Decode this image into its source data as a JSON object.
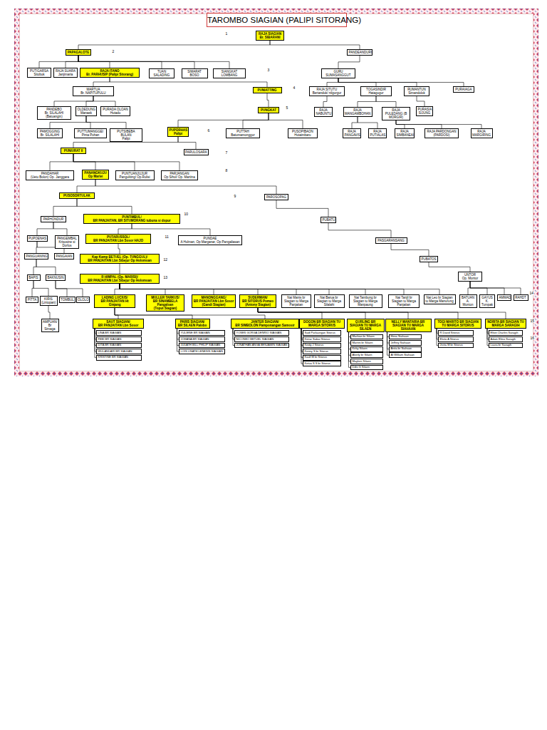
{
  "diagram": {
    "title": "TAROMBO SIAGIAN (PALIPI SITORANG)",
    "nodes": [
      {
        "text": [
          "RAJA SIAGIAN",
          "Br. SIBARANI"
        ]
      },
      {
        "text": [
          "PAPAGALOTE"
        ]
      },
      {
        "text": [
          "PANDEANDURI"
        ]
      },
      {
        "text": [
          "PUTIGARSA",
          "Sitobuk"
        ]
      },
      {
        "text": [
          "RAJA SUARA",
          "Janjimaria"
        ]
      },
      {
        "text": [
          "RAJA ITANO",
          "Br. PARHUSIP (Palipi Sitorang)"
        ]
      },
      {
        "text": [
          "TUAN SALADING"
        ]
      },
      {
        "text": [
          "SIMARAT BOSO"
        ]
      },
      {
        "text": [
          "SIANGKAT LOMBANG"
        ]
      },
      {
        "text": [
          "GURU SUMASANGGUT"
        ]
      },
      {
        "text": [
          "MARTUA",
          "Br. NAPITUPULU"
        ]
      },
      {
        "text": [
          "PUNIATTING"
        ]
      },
      {
        "text": [
          "RAJA SITUTU",
          "Bertanduk/ nilgurgur"
        ]
      },
      {
        "text": [
          "TOGASINDIR",
          "Hatagugur"
        ]
      },
      {
        "text": [
          "RUMANTUN",
          "Simandolok"
        ]
      },
      {
        "text": [
          "PURAIAGA"
        ]
      },
      {
        "text": [
          "PANDEBO",
          "Br. SILALAHI (Batuangin)"
        ]
      },
      {
        "text": [
          "OLDEDUNG",
          "Manaek"
        ]
      },
      {
        "text": [
          "PURADA OLOAN",
          "Hutadu"
        ]
      },
      {
        "text": [
          "PUNGKAT"
        ]
      },
      {
        "text": [
          "RAJA NABUNTU"
        ]
      },
      {
        "text": [
          "RAJA MANGAMBOHAN"
        ]
      },
      {
        "text": [
          "RAJA PULEDANG (B MORGIR)"
        ]
      },
      {
        "text": [
          "PURASIA SIJUNG"
        ]
      },
      {
        "text": [
          "PAMOGGING",
          "Br. SILALAHI"
        ]
      },
      {
        "text": [
          "PUTTUMANGGEI",
          "Pinta Pohan"
        ]
      },
      {
        "text": [
          "PUTSIBEBA BULAN",
          "Palipi"
        ]
      },
      {
        "text": [
          "PUPORHAS",
          "Palipi"
        ]
      },
      {
        "text": [
          "PUTTAH",
          "Batumamonggor"
        ]
      },
      {
        "text": [
          "PUSOPIBAON",
          "Hutaimbaru"
        ]
      },
      {
        "text": [
          "RAJA PANGAVIS"
        ]
      },
      {
        "text": [
          "RAJA PUTIALAS"
        ]
      },
      {
        "text": [
          "RAJA SIMBANEAI"
        ]
      },
      {
        "text": [
          "RAJA PARDONGAN (PARDOSI)"
        ]
      },
      {
        "text": [
          "RAJA MARGIRING"
        ]
      },
      {
        "text": [
          "PUNIURAT II"
        ]
      },
      {
        "text": [
          "PARULOSARA"
        ]
      },
      {
        "text": [
          "PANDAHAR",
          "(Uetu Bolon) Op. Janggara"
        ]
      },
      {
        "text": [
          "PANANGKUJU",
          "Op Marlei"
        ]
      },
      {
        "text": [
          "PUNTUANJUJUR",
          "Panguliting/ Op.Rulisi"
        ]
      },
      {
        "text": [
          "PARJANGAN",
          "Op Sihol/ Op. Martina"
        ]
      },
      {
        "text": [
          "PUSOSORTULAK"
        ]
      },
      {
        "text": [
          "PAROSOPAG"
        ]
      },
      {
        "text": [
          "PARHONDUR"
        ]
      },
      {
        "text": [
          "PUNTIMBUL/",
          "BR PANJAITAN, BR SITUMORANG tubuna si dopur"
        ]
      },
      {
        "text": [
          "PUBATU"
        ]
      },
      {
        "text": [
          "PUPOENAS"
        ]
      },
      {
        "text": [
          "PANGEMBAL",
          "Krisosine si Dorlus"
        ]
      },
      {
        "text": [
          "PUTARUSSOL/",
          "BR PANJAITAN Lbn Sosor HAJO"
        ]
      },
      {
        "text": [
          "PUNDAE",
          "A Hulman, Op Marganar, Op Pangaliasan"
        ]
      },
      {
        "text": [
          "PASGARANSANG"
        ]
      },
      {
        "text": [
          "PANGUANING"
        ]
      },
      {
        "text": [
          "PANGAIAN"
        ]
      },
      {
        "text": [
          "Kap Kamp BETUEL (Op. TUNGGUL)/",
          "BR PANJAITAN Lbn Sibejur Op Holomoan"
        ]
      },
      {
        "text": [
          "PUBATOS"
        ]
      },
      {
        "text": [
          "BAPIS"
        ]
      },
      {
        "text": [
          "BAKNUSIN"
        ]
      },
      {
        "text": [
          "R HIMPAL (Op. MARISI)/",
          "BR PANJAITAN Lbn Sibejur Op Holomoan"
        ]
      },
      {
        "text": [
          "UNTOR",
          "Op. Montor"
        ]
      },
      {
        "text": [
          "PITTA"
        ]
      },
      {
        "text": [
          "KIRIS",
          "(Lintopan)"
        ]
      },
      {
        "text": [
          "TOMBUL"
        ]
      },
      {
        "text": [
          "OLOLO"
        ]
      },
      {
        "text": [
          "LADING LUCIUS/",
          "BR PANJAITAN Ht Ginjang"
        ]
      },
      {
        "text": [
          "MULLER TARKUS/",
          "BR SINAMBELA Pangaloan",
          "(Toput Siagian)"
        ]
      },
      {
        "text": [
          "MANONGGANG/",
          "BR PANJAITAN Lbn Sosor",
          "(Gandi Siagian)"
        ]
      },
      {
        "text": [
          "SUDERMAN/",
          "BR SITORUS Pomeo",
          "(Antony Siagian)"
        ]
      },
      {
        "text": [
          "Nai Manis br Siagian tu Marga Panjaitan"
        ]
      },
      {
        "text": [
          "Nai Barua br Siagian tu Marga Silalahi"
        ]
      },
      {
        "text": [
          "Nai Tambung br Siagian tu Marga Manpaung"
        ]
      },
      {
        "text": [
          "Nai Tanjil br Siagian tu Marga Panjaitan"
        ]
      },
      {
        "text": [
          "Nai Leo br Siagian tu Marga Manurung"
        ]
      },
      {
        "text": [
          "BATUAN",
          "A. Monton"
        ]
      },
      {
        "text": [
          "GAYUS",
          "K. Tumpak"
        ]
      },
      {
        "text": [
          "AMMAD"
        ]
      },
      {
        "text": [
          "RAHDT"
        ]
      },
      {
        "text": [
          "AMPUAN/",
          "Br Simaga"
        ]
      },
      {
        "text": [
          "SAUT SIAGIAN/",
          "BR PANJAITAN Lbn Sosor"
        ]
      },
      {
        "text": [
          "PARIS SIAGIAN/",
          "BR SILAEN Palobo"
        ]
      },
      {
        "text": [
          "JANTER SIAGIAN/",
          "BR SIMBOLON Pamponangan Samosir"
        ]
      },
      {
        "text": [
          "DOGON BR SIAGIAN TU MARGA SITORUS"
        ]
      },
      {
        "text": [
          "GURLING BR SIAGIAN TU MARGA SILAEN"
        ]
      },
      {
        "text": [
          "NELLY MANTARIA BR SIAGIAN TU MARGA SIAHAAN"
        ]
      },
      {
        "text": [
          "TOGI MARITO BR SIAGIAN TU MARGA SITORUS"
        ]
      },
      {
        "text": [
          "NORITA BR SIAGIAN TU MARGA SARAGIH"
        ]
      },
      {
        "text": [
          "LINA BR SIAGIAN"
        ]
      },
      {
        "text": [
          "FEBI BR SIAGIAN"
        ]
      },
      {
        "text": [
          "DITA BR SIAGIAN"
        ]
      },
      {
        "text": [
          "WULANDARI BR SIAGIAN"
        ]
      },
      {
        "text": [
          "KRISTINE BR SIAGIAN"
        ]
      },
      {
        "text": [
          "YULIENE BR SIAGIAN"
        ]
      },
      {
        "text": [
          "JOHANA BR SIAGIAN"
        ]
      },
      {
        "text": [
          "JUDATH BILL PHILIP SIAGIAN"
        ]
      },
      {
        "text": [
          "LOIS LISATH LENESIS SIAGIAN"
        ]
      },
      {
        "text": [
          "YOSES GORGA DENRIO SIAGIAN"
        ]
      },
      {
        "text": [
          "NICONEO BETUEL SIAGIAN"
        ]
      },
      {
        "text": [
          "JONATHAN ANGA BENJAMIN SIAGIAN"
        ]
      },
      {
        "text": [
          "Sadi Parlaungan Sitorus"
        ]
      },
      {
        "text": [
          "Kintar Sabar Sitorus"
        ]
      },
      {
        "text": [
          "Keidy J Sitorus"
        ]
      },
      {
        "text": [
          "Kenny S br Sitorus"
        ]
      },
      {
        "text": [
          "Kaull M br Sitorus"
        ]
      },
      {
        "text": [
          "Ketua S S br Sitorus"
        ]
      },
      {
        "text": [
          "Markian br Silaen"
        ]
      },
      {
        "text": [
          "Martini br Silaen"
        ]
      },
      {
        "text": [
          "Kirky Silaen"
        ]
      },
      {
        "text": [
          "Akerly br Silaen"
        ]
      },
      {
        "text": [
          "Mayken Silaen"
        ]
      },
      {
        "text": [
          "Ddis G Silaen"
        ]
      },
      {
        "text": [
          "Hesa Siahaan"
        ]
      },
      {
        "text": [
          "Jeffrey Siahaan"
        ]
      },
      {
        "text": [
          "Anita br Siahaan"
        ]
      },
      {
        "text": [
          "Al William Siahaan"
        ]
      },
      {
        "text": [
          "R David Sitorus"
        ]
      },
      {
        "text": [
          "Elvito A Sitorus"
        ]
      },
      {
        "text": [
          "Jrvita M br Sitorus"
        ]
      },
      {
        "text": [
          "Elton Charles Saragih"
        ]
      },
      {
        "text": [
          "Adam Elmo Saragih"
        ]
      },
      {
        "text": [
          "Laura br Saragih"
        ]
      }
    ],
    "edges": [
      {
        "from": 0,
        "to": 1,
        "arrow": "none"
      },
      {
        "from": 0,
        "to": 2,
        "arrow": "none"
      },
      {
        "from": 1,
        "to": 3,
        "arrow": "none"
      },
      {
        "from": 1,
        "to": 4,
        "arrow": "none"
      },
      {
        "from": 1,
        "to": 5,
        "arrow": "none"
      },
      {
        "from": 1,
        "to": 6,
        "arrow": "none"
      },
      {
        "from": 1,
        "to": 7,
        "arrow": "none"
      },
      {
        "from": 1,
        "to": 8,
        "arrow": "none"
      },
      {
        "from": 2,
        "to": 9,
        "arrow": "none"
      },
      {
        "from": 5,
        "to": 10,
        "arrow": "none"
      },
      {
        "from": 5,
        "to": 11,
        "arrow": "none"
      },
      {
        "from": 9,
        "to": 12,
        "arrow": "none"
      },
      {
        "from": 9,
        "to": 13,
        "arrow": "none"
      },
      {
        "from": 9,
        "to": 14,
        "arrow": "none"
      },
      {
        "from": 9,
        "to": 15,
        "arrow": "none"
      },
      {
        "from": 10,
        "to": 16,
        "arrow": "none"
      },
      {
        "from": 10,
        "to": 17,
        "arrow": "none"
      },
      {
        "from": 10,
        "to": 18,
        "arrow": "none"
      },
      {
        "from": 11,
        "to": 19,
        "arrow": "none"
      },
      {
        "from": 12,
        "to": 20,
        "arrow": "none"
      },
      {
        "from": 13,
        "to": 21,
        "arrow": "none"
      },
      {
        "from": 13,
        "to": 22,
        "arrow": "none"
      },
      {
        "from": 14,
        "to": 23,
        "arrow": "none"
      },
      {
        "from": 17,
        "to": 24,
        "arrow": "none"
      },
      {
        "from": 17,
        "to": 25,
        "arrow": "none"
      },
      {
        "from": 17,
        "to": 26,
        "arrow": "none"
      },
      {
        "from": 19,
        "to": 27,
        "arrow": "none"
      },
      {
        "from": 19,
        "to": 28,
        "arrow": "none"
      },
      {
        "from": 19,
        "to": 29,
        "arrow": "none"
      },
      {
        "from": 21,
        "to": 30,
        "arrow": "none"
      },
      {
        "from": 21,
        "to": 31,
        "arrow": "none"
      },
      {
        "from": 22,
        "to": 32,
        "arrow": "none"
      },
      {
        "from": 22,
        "to": 33,
        "arrow": "none"
      },
      {
        "from": 22,
        "to": 34,
        "arrow": "none"
      },
      {
        "from": 27,
        "to": 35,
        "arrow": "none"
      },
      {
        "from": 27,
        "to": 36,
        "arrow": "none"
      },
      {
        "from": 35,
        "to": 37,
        "arrow": "none"
      },
      {
        "from": 35,
        "to": 38,
        "arrow": "none"
      },
      {
        "from": 35,
        "to": 39,
        "arrow": "none"
      },
      {
        "from": 35,
        "to": 40,
        "arrow": "none"
      },
      {
        "from": 38,
        "to": 41,
        "arrow": "none"
      },
      {
        "from": 38,
        "to": 42,
        "arrow": "none"
      },
      {
        "from": 41,
        "to": 43,
        "arrow": "none"
      },
      {
        "from": 41,
        "to": 44,
        "arrow": "none"
      },
      {
        "from": 42,
        "to": 45,
        "arrow": "none"
      },
      {
        "from": 43,
        "to": 46,
        "arrow": "none"
      },
      {
        "from": 43,
        "to": 47,
        "arrow": "none"
      },
      {
        "from": 44,
        "to": 48,
        "arrow": "none"
      },
      {
        "from": 44,
        "to": 49,
        "arrow": "none"
      },
      {
        "from": 45,
        "to": 50,
        "arrow": "none"
      },
      {
        "from": 46,
        "to": 51,
        "arrow": "none"
      },
      {
        "from": 46,
        "to": 52,
        "arrow": "none"
      },
      {
        "from": 48,
        "to": 53,
        "arrow": "none"
      },
      {
        "from": 50,
        "to": 54,
        "arrow": "none"
      },
      {
        "from": 51,
        "to": 55,
        "arrow": "none"
      },
      {
        "from": 51,
        "to": 56,
        "arrow": "none"
      },
      {
        "from": 53,
        "to": 57,
        "arrow": "none"
      },
      {
        "from": 54,
        "to": 58,
        "arrow": "none"
      },
      {
        "from": 55,
        "to": 59,
        "arrow": "none"
      },
      {
        "from": 55,
        "to": 60,
        "arrow": "none"
      },
      {
        "from": 56,
        "to": 61,
        "arrow": "none"
      },
      {
        "from": 56,
        "to": 62,
        "arrow": "none"
      },
      {
        "from": 57,
        "to": 63,
        "arrow": "none"
      },
      {
        "from": 57,
        "to": 64,
        "arrow": "none"
      },
      {
        "from": 57,
        "to": 65,
        "arrow": "none"
      },
      {
        "from": 57,
        "to": 66,
        "arrow": "none"
      },
      {
        "from": 57,
        "to": 67,
        "arrow": "none"
      },
      {
        "from": 57,
        "to": 68,
        "arrow": "none"
      },
      {
        "from": 57,
        "to": 69,
        "arrow": "none"
      },
      {
        "from": 57,
        "to": 70,
        "arrow": "none"
      },
      {
        "from": 57,
        "to": 71,
        "arrow": "none"
      },
      {
        "from": 58,
        "to": 72,
        "arrow": "none"
      },
      {
        "from": 58,
        "to": 73,
        "arrow": "none"
      },
      {
        "from": 58,
        "to": 74,
        "arrow": "none"
      },
      {
        "from": 58,
        "to": 75,
        "arrow": "none"
      },
      {
        "from": 60,
        "to": 76,
        "arrow": "none"
      },
      {
        "from": 63,
        "to": 77,
        "arrow": "none"
      },
      {
        "from": 63,
        "to": 78,
        "arrow": "none"
      },
      {
        "from": 63,
        "to": 79,
        "arrow": "none"
      },
      {
        "from": 66,
        "to": 80,
        "arrow": "none"
      },
      {
        "from": 66,
        "to": 81,
        "arrow": "none"
      },
      {
        "from": 66,
        "to": 82,
        "arrow": "none"
      },
      {
        "from": 66,
        "to": 83,
        "arrow": "none"
      },
      {
        "from": 66,
        "to": 84,
        "arrow": "none"
      },
      {
        "from": 77,
        "to": 85,
        "arrow": "none"
      },
      {
        "from": 77,
        "to": 86,
        "arrow": "none"
      },
      {
        "from": 77,
        "to": 87,
        "arrow": "none"
      },
      {
        "from": 77,
        "to": 88,
        "arrow": "none"
      },
      {
        "from": 77,
        "to": 89,
        "arrow": "none"
      },
      {
        "from": 78,
        "to": 90,
        "arrow": "none"
      },
      {
        "from": 78,
        "to": 91,
        "arrow": "none"
      },
      {
        "from": 78,
        "to": 92,
        "arrow": "none"
      },
      {
        "from": 78,
        "to": 93,
        "arrow": "none"
      },
      {
        "from": 79,
        "to": 94,
        "arrow": "none"
      },
      {
        "from": 79,
        "to": 95,
        "arrow": "none"
      },
      {
        "from": 79,
        "to": 96,
        "arrow": "none"
      },
      {
        "from": 80,
        "to": 97,
        "arrow": "none"
      },
      {
        "from": 80,
        "to": 98,
        "arrow": "none"
      },
      {
        "from": 80,
        "to": 99,
        "arrow": "none"
      },
      {
        "from": 80,
        "to": 100,
        "arrow": "none"
      },
      {
        "from": 80,
        "to": 101,
        "arrow": "none"
      },
      {
        "from": 80,
        "to": 102,
        "arrow": "none"
      },
      {
        "from": 81,
        "to": 103,
        "arrow": "none"
      },
      {
        "from": 81,
        "to": 104,
        "arrow": "none"
      },
      {
        "from": 81,
        "to": 105,
        "arrow": "none"
      },
      {
        "from": 81,
        "to": 106,
        "arrow": "none"
      },
      {
        "from": 81,
        "to": 107,
        "arrow": "none"
      },
      {
        "from": 81,
        "to": 108,
        "arrow": "none"
      },
      {
        "from": 82,
        "to": 109,
        "arrow": "none"
      },
      {
        "from": 82,
        "to": 110,
        "arrow": "none"
      },
      {
        "from": 82,
        "to": 111,
        "arrow": "none"
      },
      {
        "from": 82,
        "to": 112,
        "arrow": "none"
      },
      {
        "from": 83,
        "to": 113,
        "arrow": "none"
      },
      {
        "from": 83,
        "to": 114,
        "arrow": "none"
      },
      {
        "from": 83,
        "to": 115,
        "arrow": "none"
      },
      {
        "from": 84,
        "to": 116,
        "arrow": "none"
      },
      {
        "from": 84,
        "to": 117,
        "arrow": "none"
      },
      {
        "from": 84,
        "to": 118,
        "arrow": "none"
      }
    ],
    "labels": [
      "1",
      "2",
      "3",
      "4",
      "5",
      "6",
      "7",
      "8",
      "9",
      "10",
      "11",
      "12",
      "13",
      "14",
      "15",
      "16"
    ]
  }
}
